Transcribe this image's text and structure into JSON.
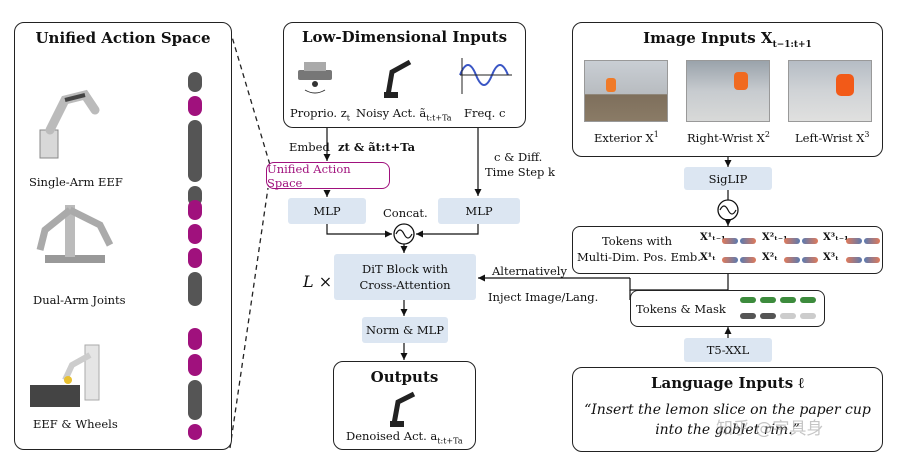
{
  "left_panel": {
    "title": "Unified Action Space",
    "robots": [
      {
        "label": "Single-Arm EEF"
      },
      {
        "label": "Dual-Arm Joints"
      },
      {
        "label": "EEF & Wheels"
      }
    ]
  },
  "low_dim": {
    "title": "Low-Dimensional Inputs",
    "proprio": "Proprio. z",
    "proprio_sub": "t",
    "noisy": "Noisy Act. ã",
    "noisy_sub": "t:t+Ta",
    "freq": "Freq. c"
  },
  "flow": {
    "embed": "Embed",
    "embed_vars": "zt & ãt:t+Ta",
    "uas_box": "Unified Action Space",
    "c_diff": "c & Diff.",
    "time_step": "Time Step k",
    "mlp_left": "MLP",
    "mlp_right": "MLP",
    "concat": "Concat.",
    "times": "L ×",
    "dit_line1": "DiT Block with",
    "dit_line2": "Cross-Attention",
    "alternatively": "Alternatively",
    "inject": "Inject Image/Lang.",
    "norm_mlp": "Norm & MLP"
  },
  "outputs": {
    "title": "Outputs",
    "denoised": "Denoised Act. a",
    "denoised_sub": "t:t+Ta"
  },
  "image_inputs": {
    "title": "Image Inputs X",
    "title_sub": "t−1:t+1",
    "views": [
      {
        "label": "Exterior X",
        "sup": "1"
      },
      {
        "label": "Right-Wrist X",
        "sup": "2"
      },
      {
        "label": "Left-Wrist X",
        "sup": "3"
      }
    ]
  },
  "siglip": "SigLIP",
  "tokens": {
    "line1": "Tokens with",
    "line2": "Multi-Dim. Pos. Emb.",
    "row1": [
      "X¹ₜ₋₁",
      "X²ₜ₋₁",
      "X³ₜ₋₁"
    ],
    "row2": [
      "X¹ₜ",
      "X²ₜ",
      "X³ₜ"
    ]
  },
  "tokens_mask": "Tokens & Mask",
  "t5": "T5-XXL",
  "language": {
    "title": "Language Inputs ℓ",
    "line1": "“Insert the lemon slice on the paper cup",
    "line2": "into the goblet rim.”"
  },
  "watermark": "知乎 @宇具身",
  "colors": {
    "magenta": "#a0117d",
    "mlp_blue": "#dce6f2",
    "pink_band": "#f1c4e6"
  }
}
